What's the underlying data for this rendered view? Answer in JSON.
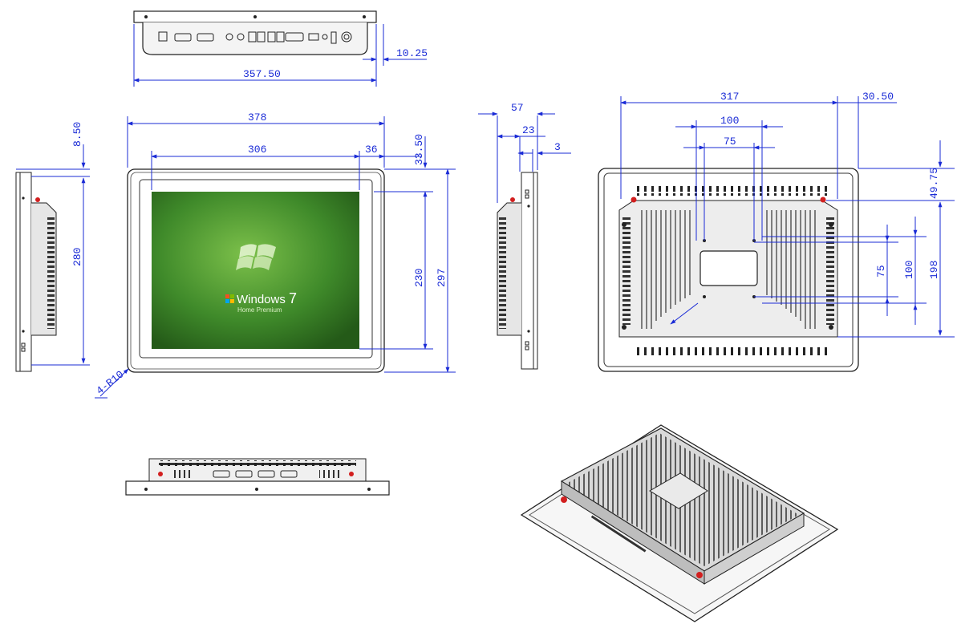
{
  "dimensions": {
    "top_view_width": "357.50",
    "top_view_offset": "10.25",
    "front_total_width": "378",
    "front_screen_width": "306",
    "front_bezel_right": "36",
    "front_top_offset": "33.50",
    "front_screen_height": "230",
    "front_total_height": "297",
    "corner_radius": "4-R10",
    "side_top_offset": "8.50",
    "side_height": "280",
    "profile_depth": "57",
    "profile_mid": "23",
    "profile_thin": "3",
    "back_width": "317",
    "back_right_offset": "30.50",
    "back_top_offset": "49.75",
    "vesa_outer_width": "100",
    "vesa_inner_width": "75",
    "vesa_inner_height": "75",
    "vesa_outer_height": "100",
    "back_mount_height": "198"
  },
  "screen": {
    "os_name": "Windows",
    "os_version": "7",
    "os_edition": "Home Premium"
  },
  "colors": {
    "dimension": "#1a2bd6",
    "outline": "#222222",
    "screen_dark": "#2f6f1f",
    "screen_light": "#7cc04a",
    "accent_red": "#d21f1f"
  }
}
